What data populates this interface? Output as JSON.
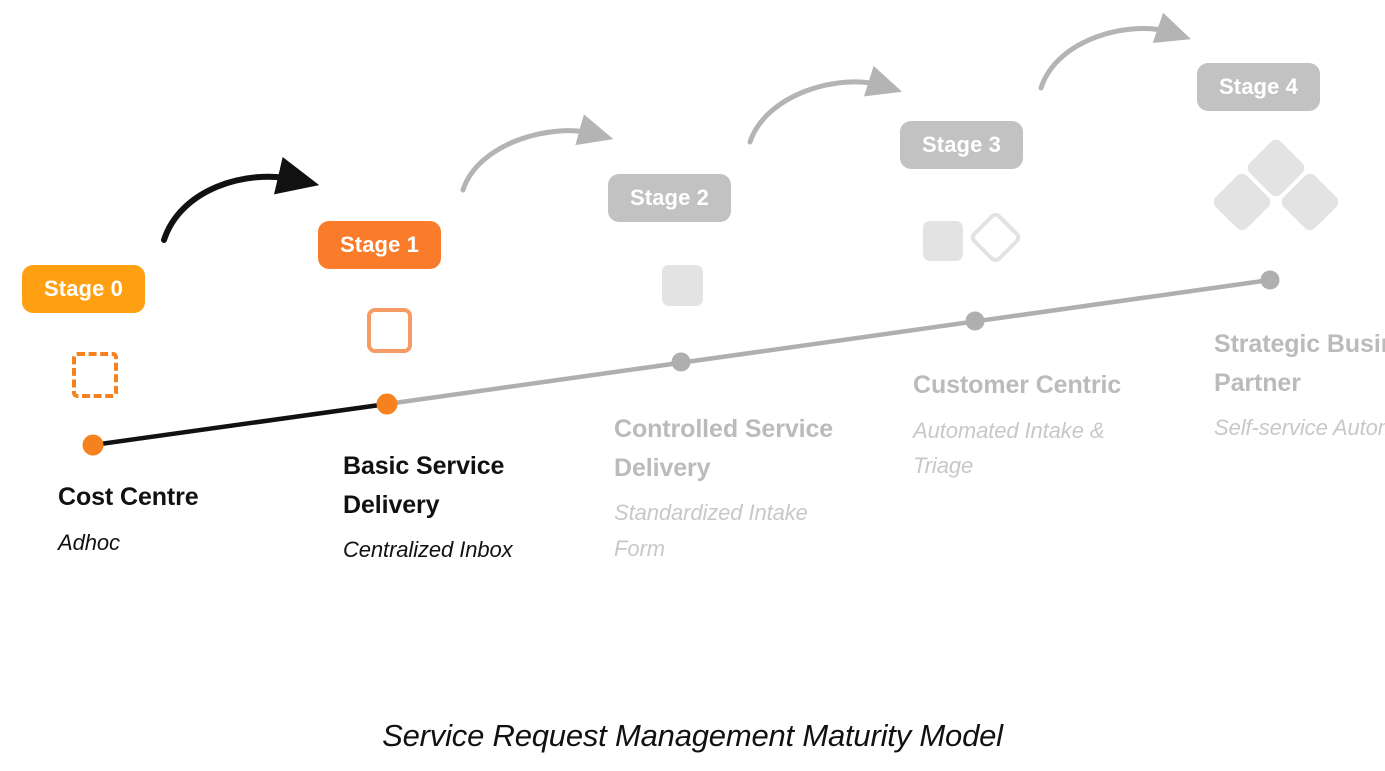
{
  "chart_data": {
    "type": "line",
    "title": "Service Request Management Maturity Model",
    "xlabel": "",
    "ylabel": "",
    "grid": false,
    "legend": "none",
    "annotation": "Ascending maturity trendline with five stage markers; completed stages are orange, future stages are grey.",
    "categories": [
      "Stage 0",
      "Stage 1",
      "Stage 2",
      "Stage 3",
      "Stage 4"
    ],
    "x": [
      93,
      387,
      681,
      975,
      1270
    ],
    "y": [
      445,
      404,
      362,
      321,
      280
    ],
    "series": [
      {
        "name": "Maturity progression",
        "values": [
          0,
          1,
          2,
          3,
          4
        ],
        "point_labels": [
          "Cost Centre",
          "Basic Service Delivery",
          "Controlled Service Delivery",
          "Customer Centric",
          "Strategic Business Partner"
        ]
      }
    ]
  },
  "title": "Service Request Management Maturity Model",
  "colors": {
    "stage0_badge": "#FFA012",
    "stage1_badge": "#FA7C2B",
    "grey_badge": "#C2C2C2",
    "active_line": "#111111",
    "future_line": "#AFAFAF",
    "active_dot": "#F5821F",
    "future_dot": "#AFAFAF",
    "active_heading": "#111111",
    "future_heading": "#BBBBBB",
    "active_sub": "#111111",
    "future_sub": "#C8C8C8",
    "icon_outline_orange": "#F5821F",
    "icon_fill_grey": "#E3E3E3",
    "icon_outline_grey": "#E3E3E3",
    "arrow_active": "#111111",
    "arrow_future": "#B4B4B4"
  },
  "stages": [
    {
      "badge": "Stage 0",
      "heading": "Cost Centre",
      "subtitle": "Adhoc",
      "state": "active",
      "icon": "dashed-square-icon"
    },
    {
      "badge": "Stage 1",
      "heading": "Basic Service Delivery",
      "subtitle": "Centralized Inbox",
      "state": "active",
      "icon": "outlined-square-icon"
    },
    {
      "badge": "Stage 2",
      "heading": "Controlled Service Delivery",
      "subtitle": "Standardized Intake Form",
      "state": "future",
      "icon": "filled-square-icon"
    },
    {
      "badge": "Stage 3",
      "heading": "Customer Centric",
      "subtitle": "Automated Intake & Triage",
      "state": "future",
      "icon": "square-and-diamond-icon"
    },
    {
      "badge": "Stage 4",
      "heading": "Strategic Business Partner",
      "subtitle": "Self-service Automation",
      "state": "future",
      "icon": "three-diamonds-icon"
    }
  ],
  "arrows": [
    {
      "name": "arrow-stage0-to-stage1",
      "state": "active"
    },
    {
      "name": "arrow-stage1-to-stage2",
      "state": "future"
    },
    {
      "name": "arrow-stage2-to-stage3",
      "state": "future"
    },
    {
      "name": "arrow-stage3-to-stage4",
      "state": "future"
    }
  ]
}
